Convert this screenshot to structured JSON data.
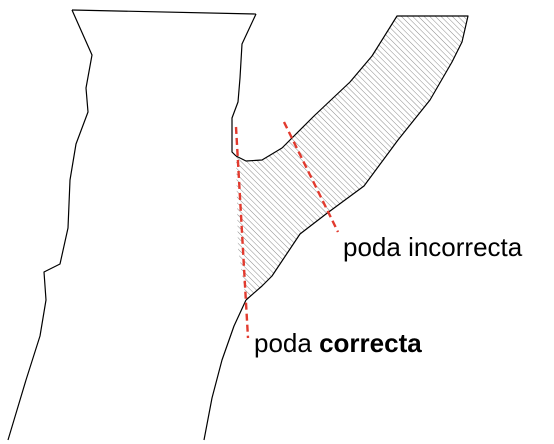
{
  "labels": {
    "incorrect_cut": "poda incorrecta",
    "correct_cut_prefix": "poda",
    "correct_cut_emphasis": "correcta"
  },
  "colors": {
    "outline": "#000000",
    "hatch": "#808080",
    "cut_line": "#e23a2e",
    "background": "#ffffff"
  }
}
